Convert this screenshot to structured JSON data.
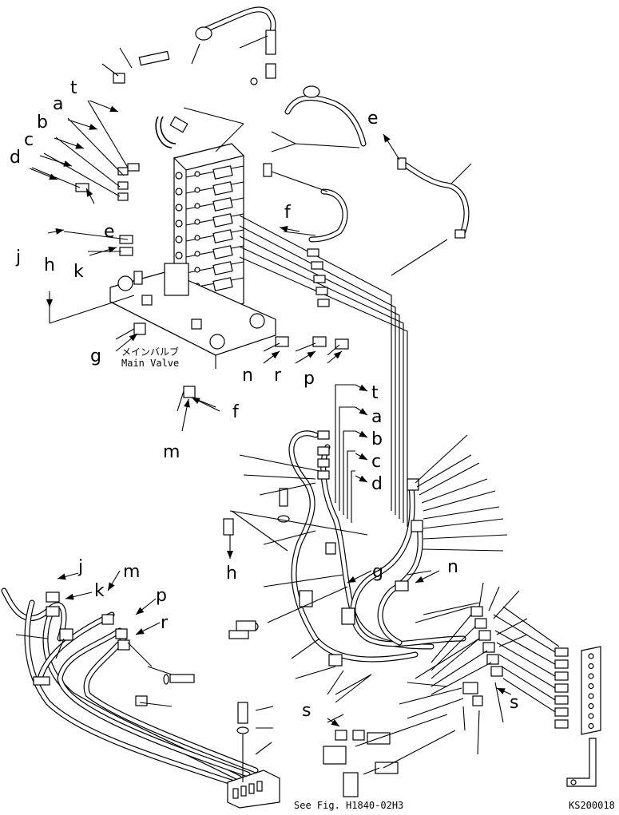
{
  "labels": {
    "t1": "t",
    "a1": "a",
    "b1": "b",
    "c1": "c",
    "d1": "d",
    "e1": "e",
    "e2": "e",
    "f1": "f",
    "f2": "f",
    "j1": "j",
    "k1": "k",
    "h1": "h",
    "g1": "g",
    "n1": "n",
    "r1": "r",
    "p1": "p",
    "m1": "m",
    "t2": "t",
    "a2": "a",
    "b2": "b",
    "c2": "c",
    "d2": "d",
    "h2": "h",
    "g2": "g",
    "n2": "n",
    "j2": "j",
    "k2": "k",
    "m2": "m",
    "p2": "p",
    "r2": "r",
    "s1": "s",
    "s2": "s"
  },
  "main_valve": {
    "jp": "メインバルブ",
    "en": "Main Valve"
  },
  "see_fig": "See Fig. H1840-02H3",
  "drawing_id": "KS200018"
}
